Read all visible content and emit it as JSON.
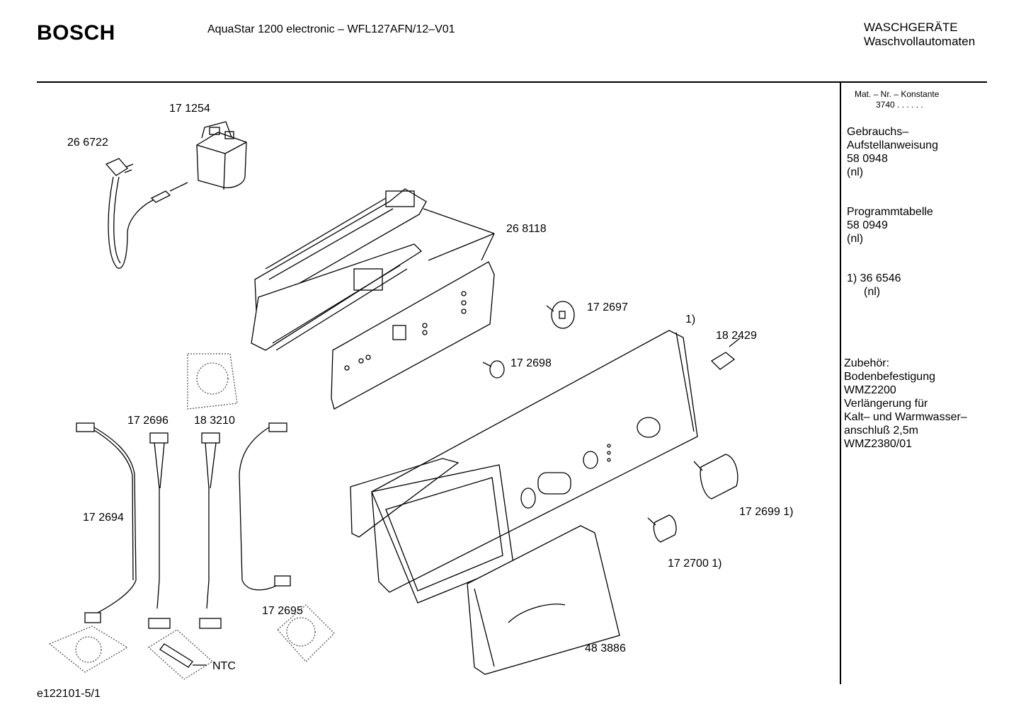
{
  "header": {
    "brand": "BOSCH",
    "model": "AquaStar 1200 electronic – WFL127AFN/12–V01",
    "category_line1": "WASCHGERÄTE",
    "category_line2": "Waschvollautomaten"
  },
  "sidebar": {
    "mat_label": "Mat. – Nr. – Konstante",
    "mat_value": "3740  .  .    .  .  .  .",
    "manual_line1": "Gebrauchs–",
    "manual_line2": "Aufstellanweisung",
    "manual_number": "58 0948",
    "manual_lang": "(nl)",
    "table_title": "Programmtabelle",
    "table_number": "58 0949",
    "table_lang": "(nl)",
    "note_line1": "1) 36 6546",
    "note_line2": "(nl)",
    "acc_title": "Zubehör:",
    "acc_1": "Bodenbefestigung",
    "acc_2": "WMZ2200",
    "acc_3": "Verlängerung für",
    "acc_4": "Kalt– und Warmwasser–",
    "acc_5": "anschluß 2,5m",
    "acc_6": "WMZ2380/01"
  },
  "parts": {
    "p1": "17 1254",
    "p2": "26 6722",
    "p3": "26 8118",
    "p4": "17 2697",
    "p5": "1)",
    "p6": "18 2429",
    "p7": "17 2698",
    "p8": "17 2696",
    "p9": "18 3210",
    "p10": "17 2694",
    "p11": "17 2699 1)",
    "p12": "17 2700 1)",
    "p13": "17 2695",
    "p14": "48 3886",
    "p15": "NTC"
  },
  "footer": {
    "code": "e122101-5/1"
  }
}
